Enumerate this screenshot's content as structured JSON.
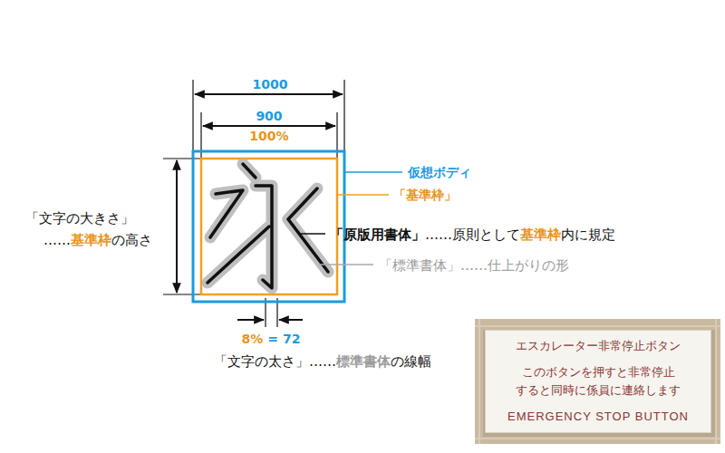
{
  "diagram": {
    "nodes": [
      {
        "text": [
          "エスカレーター非常停止ボタン",
          "このボタンを押すと非常停止 すると同時に係員に連絡します",
          "EMERGENCY STOP BUTTON"
        ]
      }
    ],
    "labels": [
      "1000",
      "900",
      "100%",
      "仮想ボディ",
      "「基準枠」",
      "「文字の大きさ」",
      "……",
      "基準枠",
      "の高さ",
      "「原版用書体」",
      "……原則として",
      "基準枠",
      "内に規定",
      "「標準書体」……仕上がりの形",
      "8%",
      "= 72",
      "「文字の太さ」……",
      "標準書体",
      "の線幅"
    ]
  }
}
